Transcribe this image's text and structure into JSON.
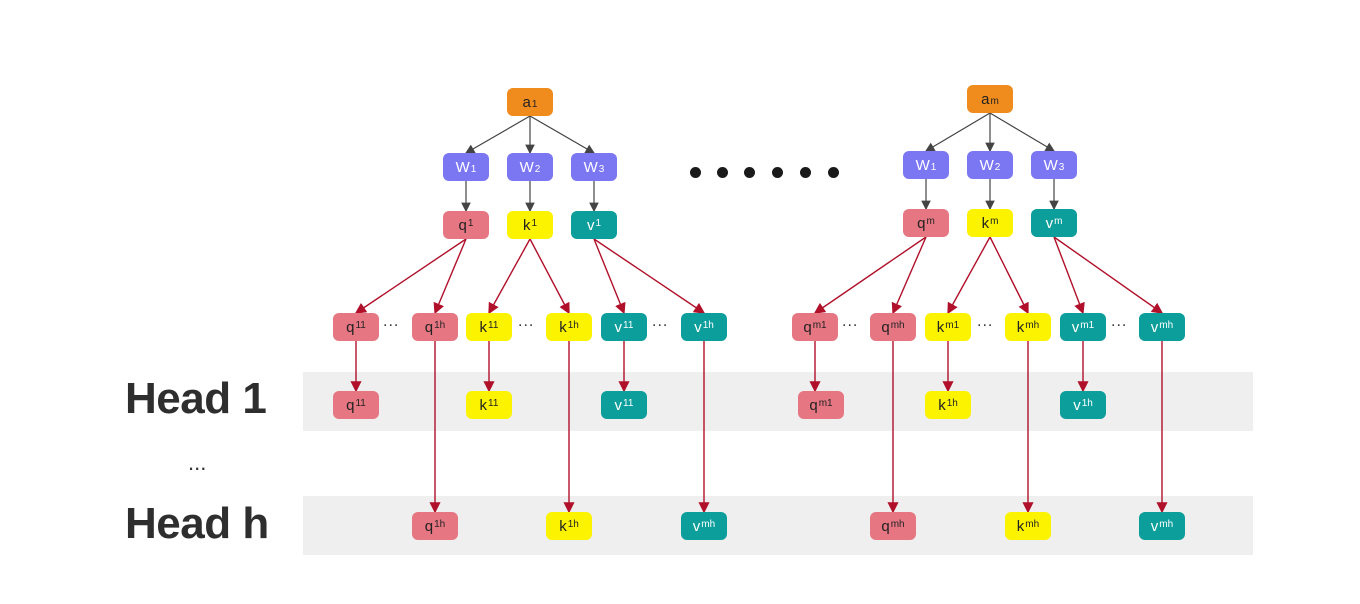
{
  "labels": {
    "head1": "Head 1",
    "headh": "Head h",
    "vellipsis": "...",
    "between": "..."
  },
  "nodes": {
    "a1": {
      "base": "a",
      "sub": "1"
    },
    "am": {
      "base": "a",
      "sub": "m"
    },
    "w1_left": {
      "base": "W",
      "sub": "1"
    },
    "w2_left": {
      "base": "W",
      "sub": "2"
    },
    "w3_left": {
      "base": "W",
      "sub": "3"
    },
    "w1_right": {
      "base": "W",
      "sub": "1"
    },
    "w2_right": {
      "base": "W",
      "sub": "2"
    },
    "w3_right": {
      "base": "W",
      "sub": "3"
    },
    "q1": {
      "base": "q",
      "sup": "1"
    },
    "k1": {
      "base": "k",
      "sup": "1"
    },
    "v1": {
      "base": "v",
      "sup": "1"
    },
    "qm": {
      "base": "q",
      "sup": "m"
    },
    "km": {
      "base": "k",
      "sup": "m"
    },
    "vm": {
      "base": "v",
      "sup": "m"
    },
    "q11": {
      "base": "q",
      "sup": "11"
    },
    "q1h": {
      "base": "q",
      "sup": "1h"
    },
    "k11": {
      "base": "k",
      "sup": "11"
    },
    "k1h": {
      "base": "k",
      "sup": "1h"
    },
    "v11": {
      "base": "v",
      "sup": "11"
    },
    "v1h": {
      "base": "v",
      "sup": "1h"
    },
    "qm1": {
      "base": "q",
      "sup": "m1"
    },
    "qmh": {
      "base": "q",
      "sup": "mh"
    },
    "km1": {
      "base": "k",
      "sup": "m1"
    },
    "kmh": {
      "base": "k",
      "sup": "mh"
    },
    "vm1": {
      "base": "v",
      "sup": "m1"
    },
    "vmh": {
      "base": "v",
      "sup": "mh"
    },
    "h1_q11": {
      "base": "q",
      "sup": "11"
    },
    "h1_k11": {
      "base": "k",
      "sup": "11"
    },
    "h1_v11": {
      "base": "v",
      "sup": "11"
    },
    "h1_qm1": {
      "base": "q",
      "sup": "m1"
    },
    "h1_k1h": {
      "base": "k",
      "sup": "1h"
    },
    "h1_v1h": {
      "base": "v",
      "sup": "1h"
    },
    "hh_q1h": {
      "base": "q",
      "sup": "1h"
    },
    "hh_k1h": {
      "base": "k",
      "sup": "1h"
    },
    "hh_vmh_left": {
      "base": "v",
      "sup": "mh"
    },
    "hh_qmh": {
      "base": "q",
      "sup": "mh"
    },
    "hh_kmh": {
      "base": "k",
      "sup": "mh"
    },
    "hh_vmh_right": {
      "base": "v",
      "sup": "mh"
    }
  },
  "colors": {
    "orange": "#f08c1e",
    "purple": "#7b76f2",
    "pink": "#e57682",
    "yellow": "#fbf300",
    "teal": "#0c9e9b",
    "arrow_dark": "#444444",
    "arrow_red": "#b0102a"
  }
}
